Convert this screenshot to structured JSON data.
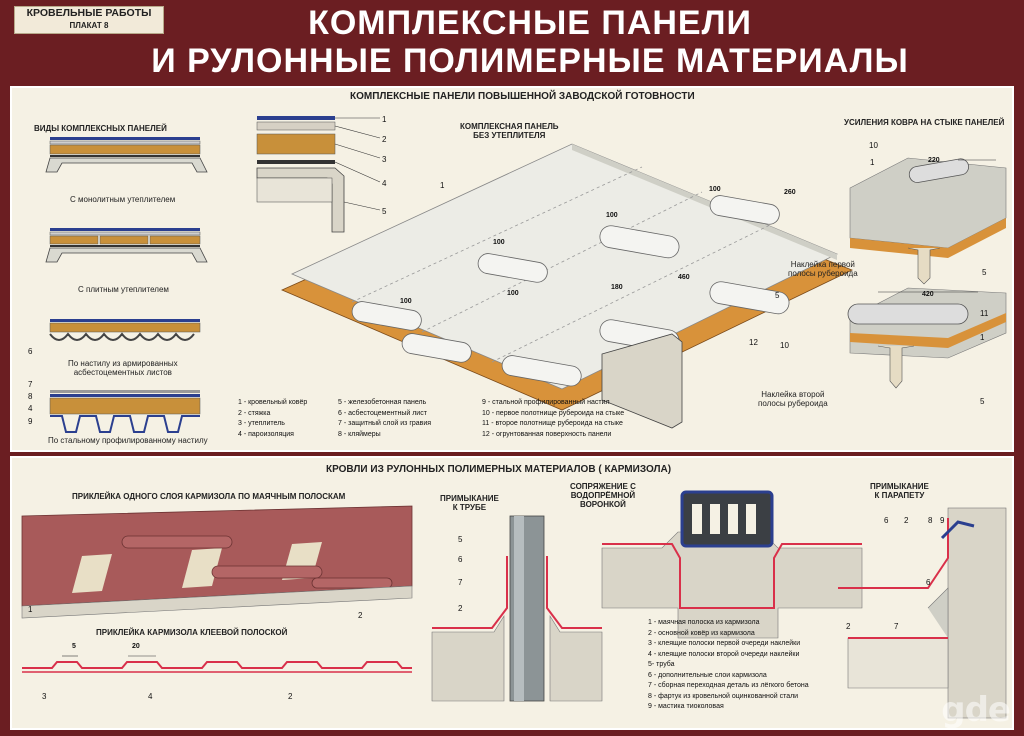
{
  "header": {
    "badge_line1": "КРОВЕЛЬНЫЕ РАБОТЫ",
    "badge_line2": "ПЛАКАТ 8",
    "title_line1": "КОМПЛЕКСНЫЕ ПАНЕЛИ",
    "title_line2": "И РУЛОННЫЕ ПОЛИМЕРНЫЕ МАТЕРИАЛЫ"
  },
  "top": {
    "section_title": "КОМПЛЕКСНЫЕ ПАНЕЛИ ПОВЫШЕННОЙ ЗАВОДСКОЙ ГОТОВНОСТИ",
    "types_title": "ВИДЫ КОМПЛЕКСНЫХ ПАНЕЛЕЙ",
    "type1": "С монолитным утеплителем",
    "type2": "С плитным утеплителем",
    "type3_l1": "По настилу из армированных",
    "type3_l2": "асбестоцементных листов",
    "type4": "По стальному профилированному настилу",
    "panel_caption_l1": "КОМПЛЕКСНАЯ ПАНЕЛЬ",
    "panel_caption_l2": "БЕЗ УТЕПЛИТЕЛЯ",
    "joint_title": "УСИЛЕНИЯ КОВРА НА СТЫКЕ ПАНЕЛЕЙ",
    "joint_cap1_l1": "Наклейка первой",
    "joint_cap1_l2": "полосы рубероида",
    "joint_cap2_l1": "Наклейка второй",
    "joint_cap2_l2": "полосы рубероида",
    "dims": {
      "d100": "100",
      "d260": "260",
      "d460": "460",
      "d180": "180",
      "d220": "220",
      "d420": "420"
    },
    "numbers": {
      "n1": "1",
      "n2": "2",
      "n3": "3",
      "n4": "4",
      "n5": "5",
      "n6": "6",
      "n7": "7",
      "n8": "8",
      "n9": "9",
      "n10": "10",
      "n11": "11",
      "n12": "12"
    },
    "legend_col1": [
      "1 - кровельный ковёр",
      "2 - стяжка",
      "3 - утеплитель",
      "4 - пароизоляция"
    ],
    "legend_col2": [
      "5 - железобетонная панель",
      "6 - асбестоцементный лист",
      "7 - защитный слой из гравия",
      "8 - кляймеры"
    ],
    "legend_col3": [
      "9 - стальной профилированный настил",
      "10 - первое полотнище рубероида на стыке",
      "11 - второе полотнище рубероида на стыке",
      "12 - огрунтованная поверхность панели"
    ]
  },
  "bottom": {
    "section_title": "КРОВЛИ ИЗ РУЛОННЫХ ПОЛИМЕРНЫХ МАТЕРИАЛОВ ( КАРМИЗОЛА)",
    "glue1_title": "ПРИКЛЕЙКА ОДНОГО СЛОЯ КАРМИЗОЛА ПО МАЯЧНЫМ ПОЛОСКАМ",
    "glue2_title": "ПРИКЛЕЙКА КАРМИЗОЛА КЛЕЕВОЙ ПОЛОСКОЙ",
    "pipe_title_l1": "ПРИМЫКАНИЕ",
    "pipe_title_l2": "К ТРУБЕ",
    "funnel_title_l1": "СОПРЯЖЕНИЕ С",
    "funnel_title_l2": "ВОДОПРЁМНОЙ",
    "funnel_title_l3": "ВОРОНКОЙ",
    "parapet_title_l1": "ПРИМЫКАНИЕ",
    "parapet_title_l2": "К ПАРАПЕТУ",
    "dims": {
      "d5": "5",
      "d20": "20"
    },
    "legend": [
      "1 - маячная полоска из кармизола",
      "2 - основной ковёр из кармизола",
      "3 - клеящие полоски первой очереди наклейки",
      "4 - клеящие полоски второй очереди наклейки",
      "5- труба",
      "6 - дополнительные слои кармизола",
      "7 - сборная переходная деталь из лёгкого бетона",
      "8 - фартук из кровельной оцинкованной стали",
      "9 - мастика тиоколовая"
    ]
  },
  "watermark": "gde",
  "colors": {
    "frame": "#6b1e22",
    "panel": "#f5f1e4",
    "accent_red": "#d9304a",
    "roll_brown": "#a85a5a",
    "insulation": "#c8903a",
    "primer": "#d8923a"
  }
}
